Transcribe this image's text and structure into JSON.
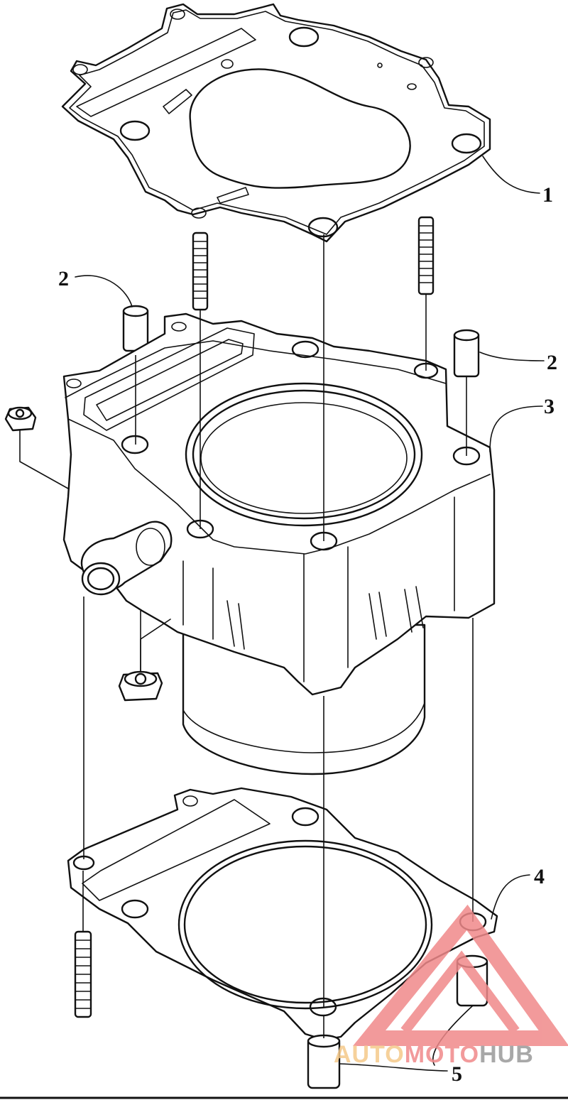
{
  "diagram": {
    "callouts": [
      "1",
      "2",
      "2",
      "3",
      "4",
      "5"
    ]
  },
  "watermark": {
    "text_auto": "AUTO",
    "text_moto": "MOTO",
    "text_hub": "HUB",
    "color_primary": "#f0898a",
    "color_accent": "#f5c98a",
    "color_dark": "#9a9a9a"
  }
}
